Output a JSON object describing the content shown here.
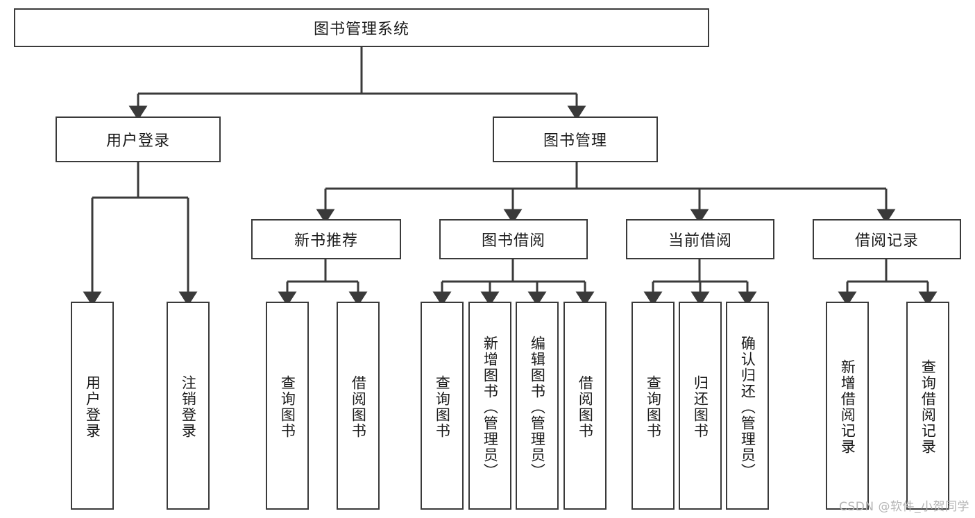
{
  "diagram": {
    "title_box": {
      "label": "图书管理系统"
    },
    "level2": [
      {
        "id": "user-login",
        "label": "用户登录"
      },
      {
        "id": "book-management",
        "label": "图书管理"
      }
    ],
    "level3": [
      {
        "id": "new-book-recommend",
        "label": "新书推荐"
      },
      {
        "id": "book-borrow",
        "label": "图书借阅"
      },
      {
        "id": "current-borrow",
        "label": "当前借阅"
      },
      {
        "id": "borrow-record",
        "label": "借阅记录"
      }
    ],
    "leaves": {
      "user_login": [
        {
          "id": "leaf-user-login",
          "label": "用户登录"
        },
        {
          "id": "leaf-logout-login",
          "label": "注销登录"
        }
      ],
      "new_book_recommend": [
        {
          "id": "leaf-query-books-1",
          "label": "查询图书"
        },
        {
          "id": "leaf-borrow-books-1",
          "label": "借阅图书"
        }
      ],
      "book_borrow": [
        {
          "id": "leaf-query-books-2",
          "label": "查询图书"
        },
        {
          "id": "leaf-add-book",
          "label": "新增图书（管理员）"
        },
        {
          "id": "leaf-edit-book",
          "label": "编辑图书（管理员）"
        },
        {
          "id": "leaf-borrow-books-2",
          "label": "借阅图书"
        }
      ],
      "current_borrow": [
        {
          "id": "leaf-query-books-3",
          "label": "查询图书"
        },
        {
          "id": "leaf-return-book",
          "label": "归还图书"
        },
        {
          "id": "leaf-confirm-return",
          "label": "确认归还（管理员）"
        }
      ],
      "borrow_record": [
        {
          "id": "leaf-add-borrow-record",
          "label": "新增借阅记录"
        },
        {
          "id": "leaf-query-borrow-record",
          "label": "查询借阅记录"
        }
      ]
    },
    "watermark": "CSDN @软件_小贺同学",
    "colors": {
      "stroke": "#3a3a3a",
      "fill": "#ffffff",
      "text": "#1a1a1a",
      "watermark": "#b4b4b4"
    }
  }
}
